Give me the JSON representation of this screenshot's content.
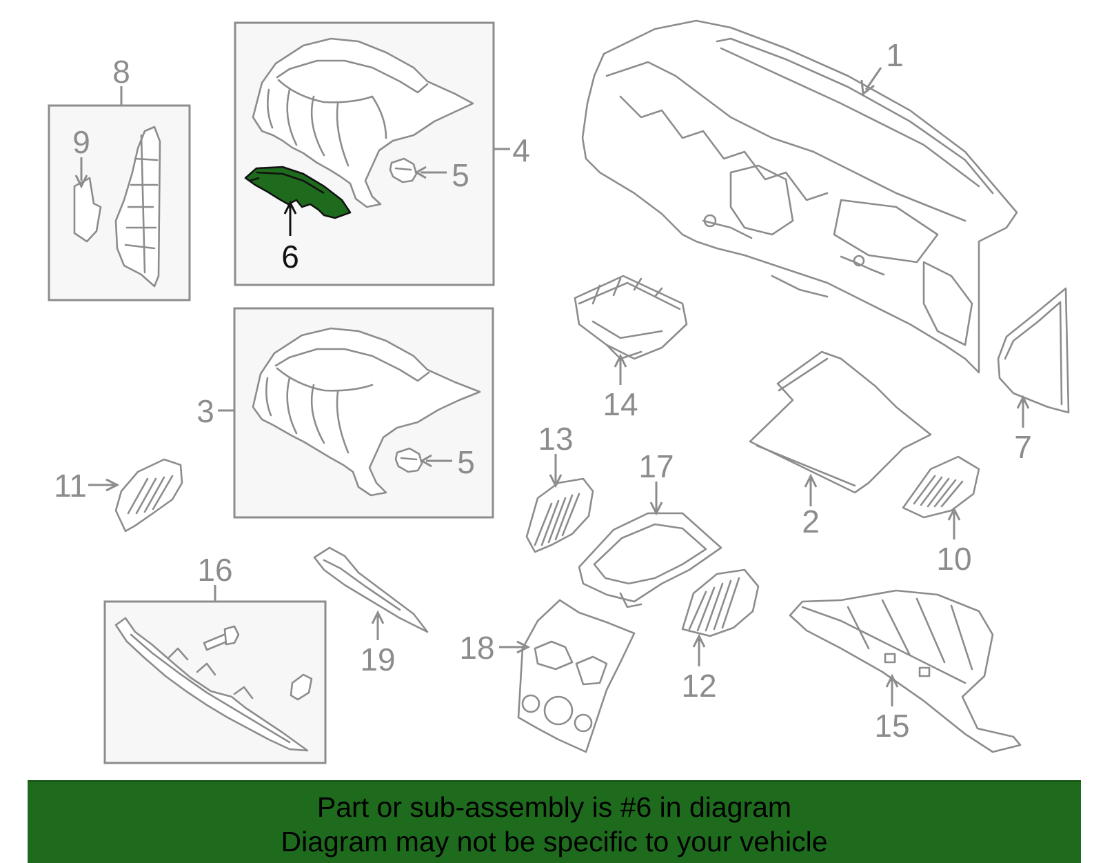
{
  "colors": {
    "highlight": "#1e6b1e",
    "banner": "#1e6b1e",
    "part_line": "#8c8c8c",
    "callout_active": "#111111"
  },
  "callouts": {
    "c1": "1",
    "c2": "2",
    "c3": "3",
    "c4": "4",
    "c5a": "5",
    "c5b": "5",
    "c6": "6",
    "c7": "7",
    "c8": "8",
    "c9": "9",
    "c10": "10",
    "c11": "11",
    "c12": "12",
    "c13": "13",
    "c14": "14",
    "c15": "15",
    "c16": "16",
    "c17": "17",
    "c18": "18",
    "c19": "19"
  },
  "highlighted_part": "6",
  "banner": {
    "line1": "Part or sub-assembly is #6 in diagram",
    "line2": "Diagram may not be specific to your vehicle"
  }
}
